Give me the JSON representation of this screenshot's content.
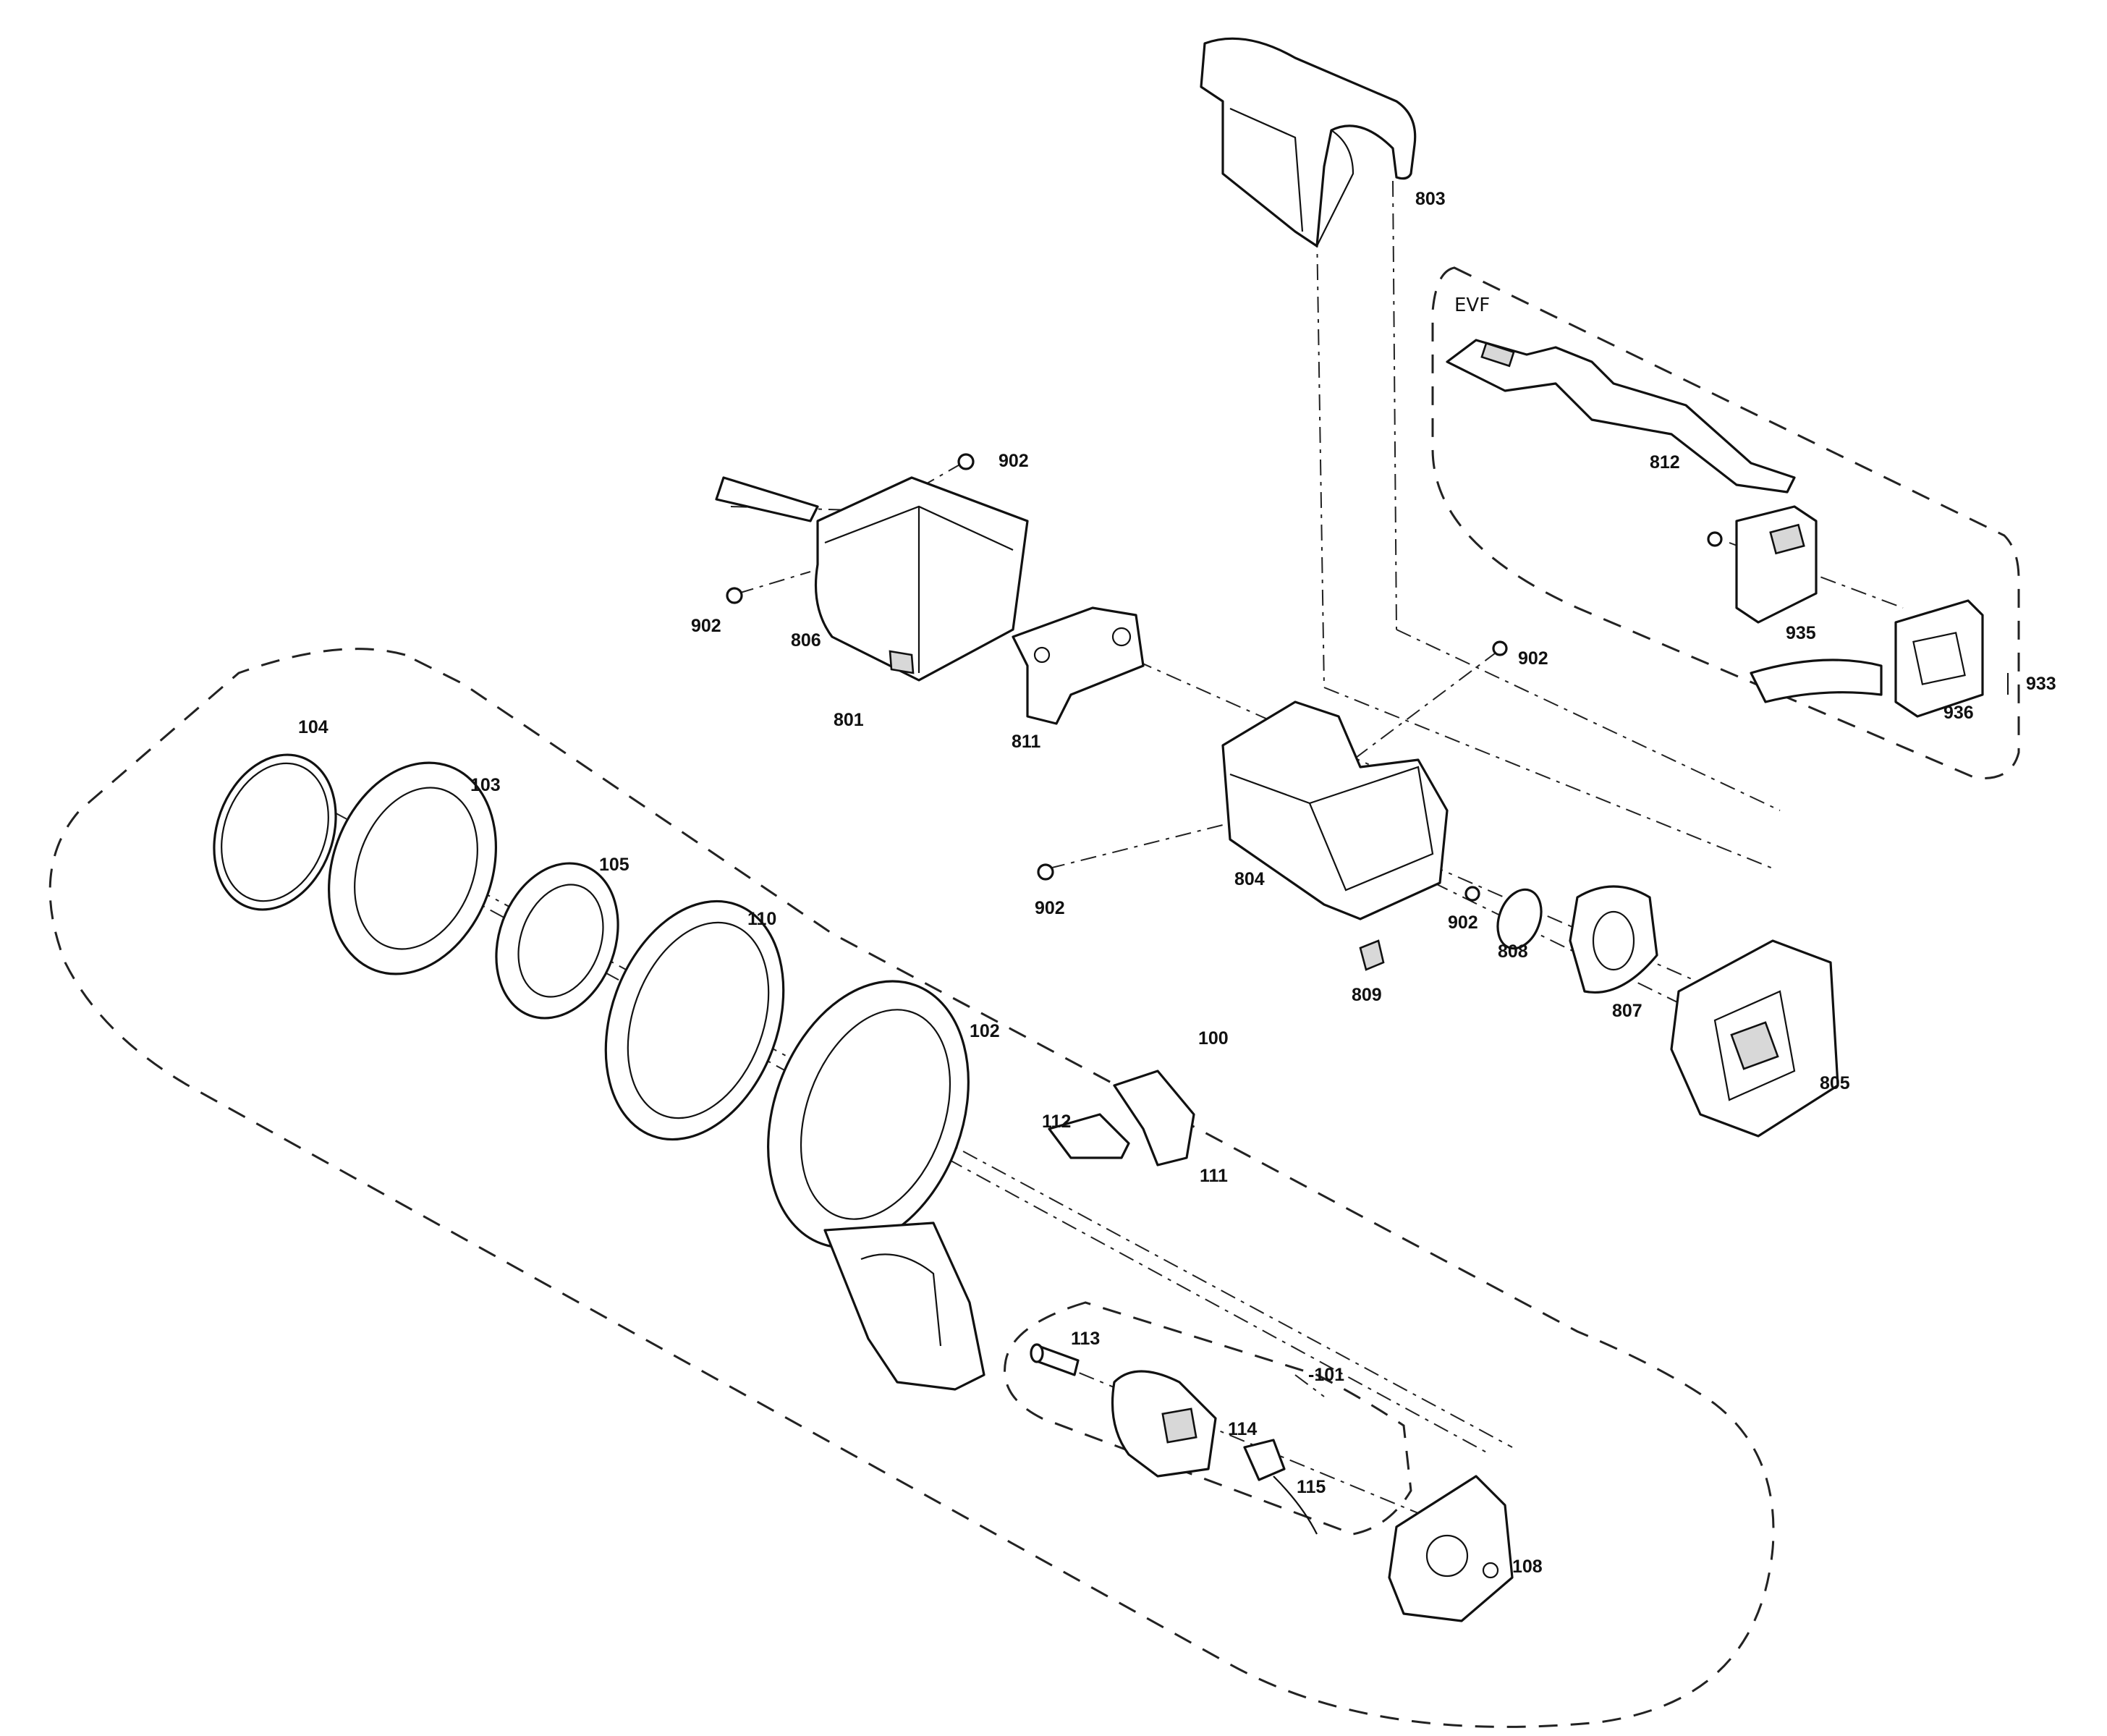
{
  "diagram": {
    "evf_label": "EVF",
    "labels": {
      "p803": "803",
      "p812": "812",
      "p902_a": "902",
      "p902_b": "902",
      "p902_c": "902",
      "p902_d": "902",
      "p902_e": "902",
      "p806": "806",
      "p801": "801",
      "p811": "811",
      "p935": "935",
      "p933": "933",
      "p936": "936",
      "p104": "104",
      "p103": "103",
      "p105": "105",
      "p110": "110",
      "p804": "804",
      "p808": "808",
      "p809": "809",
      "p807": "807",
      "p805": "805",
      "p102": "102",
      "p100": "100",
      "p112": "112",
      "p111": "111",
      "p113": "113",
      "p101": "-101",
      "p114": "114",
      "p115": "115",
      "p108": "108"
    }
  }
}
